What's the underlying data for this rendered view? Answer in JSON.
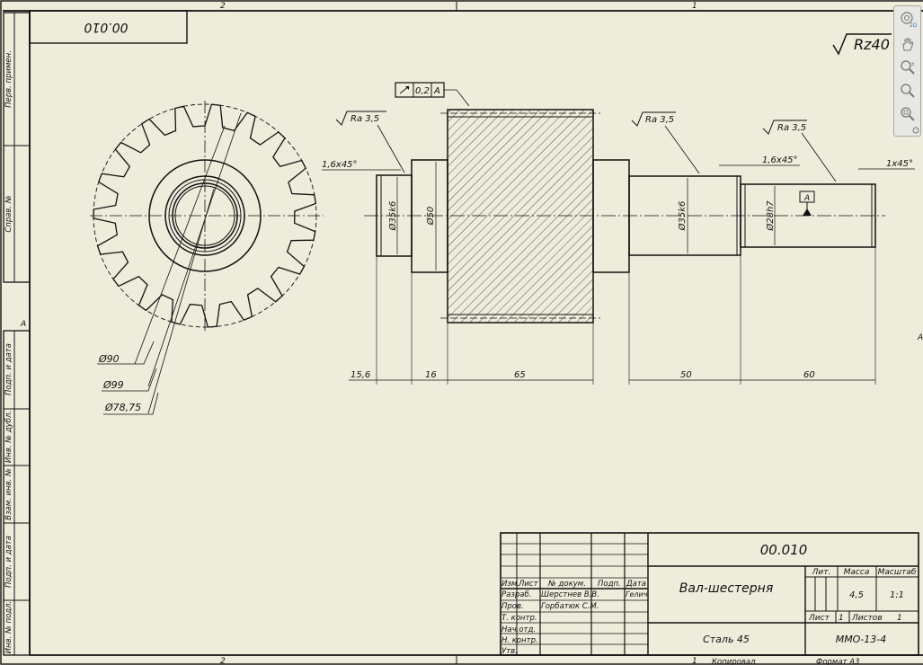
{
  "sheet": {
    "zone_top_left": "2",
    "zone_top_right": "1",
    "zone_bottom_left": "2",
    "zone_bottom_right": "1",
    "zone_side_left": "A",
    "zone_side_right": "A",
    "code_box": "00.010",
    "surface_finish": "Rz40"
  },
  "side_strip": {
    "first_use": "Перв. примен.",
    "ref_no": "Справ. №",
    "sign_date_1": "Подп. и дата",
    "inv_dup": "Инв. № дубл.",
    "replace_inv": "Взам. инв. №",
    "sign_date_2": "Подп. и дата",
    "inv_orig": "Инв. № подл."
  },
  "gear": {
    "dia_90": "Ø90",
    "dia_99": "Ø99",
    "dia_7875": "Ø78,75"
  },
  "shaft": {
    "tolerance_value": "0,2",
    "tolerance_datum": "A",
    "datum_label": "A",
    "roughness_1": "Ra 3,5",
    "roughness_2": "Ra 3,5",
    "roughness_3": "Ra 3,5",
    "chamfer_1": "1,6x45°",
    "chamfer_2": "1,6x45°",
    "chamfer_3": "1x45°",
    "dia_35k6_left": "Ø35k6",
    "dia_50": "Ø50",
    "dia_35k6_right": "Ø35k6",
    "dia_28h7": "Ø28h7",
    "len_156": "15,6",
    "len_16": "16",
    "len_65": "65",
    "len_50": "50",
    "len_60": "60"
  },
  "title_block": {
    "designation": "00.010",
    "name": "Вал-шестерня",
    "material": "Сталь 45",
    "org": "ММО-13-4",
    "col_izm": "Изм.",
    "col_list": "Лист",
    "col_doc": "№ докум.",
    "col_sign": "Подп.",
    "col_date": "Дата",
    "row_razrab": "Разраб.",
    "row_prov": "Пров.",
    "row_tkontr": "Т. контр.",
    "row_nachotd": "Нач.отд.",
    "row_nkontr": "Н. контр.",
    "row_utv": "Утв.",
    "razrab_name": "Шерстнев В.В.",
    "prov_name": "Горбатюк С.М.",
    "razrab_extra": "Гелич",
    "lit_label": "Лит.",
    "mass_label": "Масса",
    "scale_label": "Масштаб",
    "mass_value": "4,5",
    "scale_value": "1:1",
    "sheet_label": "Лист",
    "sheet_value": "1",
    "sheets_label": "Листов",
    "sheets_value": "1",
    "copied": "Копировал",
    "format": "Формат А3"
  },
  "navbar": {
    "badge_2d": "2D",
    "items": [
      "full-navigation-wheel",
      "pan",
      "zoom",
      "zoom-window",
      "zoom-extents"
    ]
  }
}
